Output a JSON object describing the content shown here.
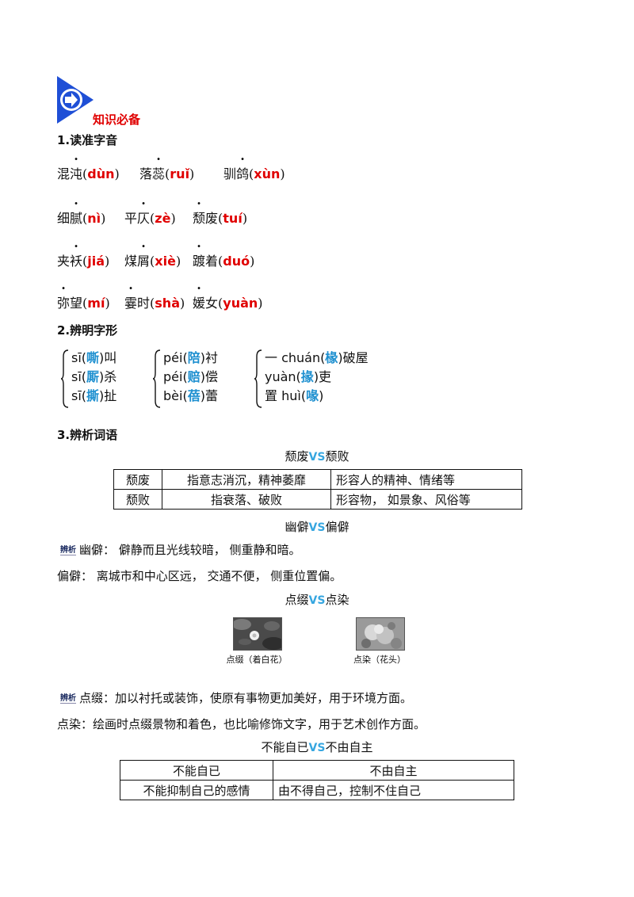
{
  "header": {
    "title": "知识必备"
  },
  "sec1": {
    "title": "1.读准字音",
    "rows": [
      [
        {
          "pre": "混",
          "dot": "沌",
          "post": "",
          "py": "dùn"
        },
        {
          "pre": "落",
          "dot": "蕊",
          "post": "",
          "py": "ruǐ"
        },
        {
          "pre": "驯",
          "dot": "鸽",
          "post": "",
          "py": "xùn"
        }
      ],
      [
        {
          "pre": "细",
          "dot": "腻",
          "post": "",
          "py": "nì"
        },
        {
          "pre": "平",
          "dot": "仄",
          "post": "",
          "py": "zè"
        },
        {
          "pre": "",
          "dot": "颓",
          "post": "废",
          "py": "tuí"
        }
      ],
      [
        {
          "pre": "夹",
          "dot": "袄",
          "post": "",
          "py": "jiá"
        },
        {
          "pre": "煤",
          "dot": "屑",
          "post": "",
          "py": "xiè"
        },
        {
          "pre": "",
          "dot": "踱",
          "post": "着",
          "py": "duó"
        }
      ],
      [
        {
          "pre": "",
          "dot": "弥",
          "post": "望",
          "py": "mí"
        },
        {
          "pre": "",
          "dot": "霎",
          "post": "时",
          "py": "shà"
        },
        {
          "pre": "",
          "dot": "媛",
          "post": "女",
          "py": "yuàn"
        }
      ]
    ]
  },
  "sec2": {
    "title": "2.辨明字形",
    "groups": [
      [
        {
          "pre": "sī(",
          "ch": "嘶",
          "post": ")叫"
        },
        {
          "pre": "sī(",
          "ch": "厮",
          "post": ")杀"
        },
        {
          "pre": "sī(",
          "ch": "撕",
          "post": ")扯"
        }
      ],
      [
        {
          "pre": "péi(",
          "ch": "陪",
          "post": ")衬"
        },
        {
          "pre": "péi(",
          "ch": "赔",
          "post": ")偿"
        },
        {
          "pre": "bèi(",
          "ch": "蓓",
          "post": ")蕾"
        }
      ],
      [
        {
          "pre": "一 chuán(",
          "ch": "椽",
          "post": ")破屋"
        },
        {
          "pre": "yuàn(",
          "ch": "掾",
          "post": ")吏"
        },
        {
          "pre": "置 huì(",
          "ch": "喙",
          "post": ")"
        }
      ]
    ]
  },
  "sec3": {
    "title": "3.辨析词语",
    "vs_mark": "VS",
    "pair1": {
      "a": "颓废",
      "b": "颓败",
      "rows": [
        [
          "颓废",
          "指意志消沉，精神萎靡",
          "形容人的精神、情绪等"
        ],
        [
          "颓败",
          "指衰落、破败",
          "形容物， 如景象、风俗等"
        ]
      ]
    },
    "pair2": {
      "a": "幽僻",
      "b": "偏僻",
      "tag": "辨析",
      "line1": "幽僻： 僻静而且光线较暗， 侧重静和暗。",
      "line2": "偏僻： 离城市和中心区远， 交通不便， 侧重位置偏。"
    },
    "pair3": {
      "a": "点缀",
      "b": "点染",
      "cap1": "点缀（着白花）",
      "cap2": "点染（花头）",
      "tag": "辨析",
      "line1": "点缀：加以衬托或装饰，使原有事物更加美好，用于环境方面。",
      "line2": "点染：绘画时点缀景物和着色，也比喻修饰文字，用于艺术创作方面。"
    },
    "pair4": {
      "a": "不能自已",
      "b": "不由自主",
      "rows": [
        [
          "不能自已",
          "不由自主"
        ],
        [
          "不能抑制自己的感情",
          "由不得自己，控制不住自己"
        ]
      ]
    }
  }
}
